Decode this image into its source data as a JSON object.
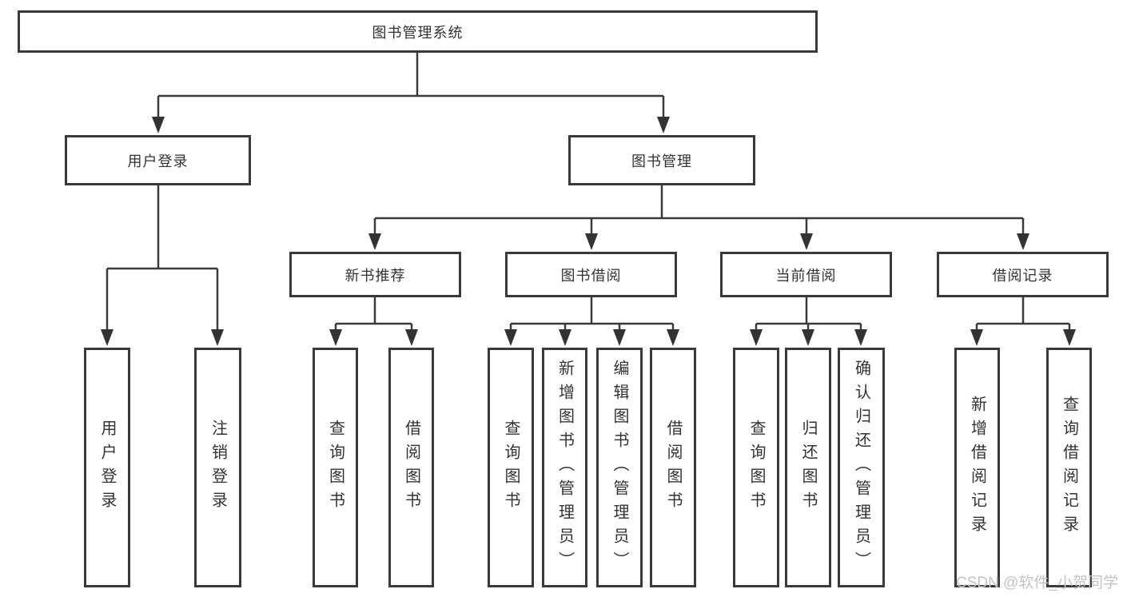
{
  "colors": {
    "line": "#3a3a3a",
    "box_border": "#3a3a3a",
    "text": "#333333",
    "background": "#ffffff",
    "watermark": "#c3c3c3"
  },
  "diagram": {
    "root": {
      "label": "图书管理系统"
    },
    "level2": [
      {
        "label": "用户登录"
      },
      {
        "label": "图书管理"
      }
    ],
    "level3": [
      {
        "label": "新书推荐"
      },
      {
        "label": "图书借阅"
      },
      {
        "label": "当前借阅"
      },
      {
        "label": "借阅记录"
      }
    ],
    "leaves": {
      "user_login": [
        "用户登录",
        "注销登录"
      ],
      "new_book_recommend": [
        "查询图书",
        "借阅图书"
      ],
      "book_borrow": [
        "查询图书",
        "新增图书（管理员）",
        "编辑图书（管理员）",
        "借阅图书"
      ],
      "current_borrow": [
        "查询图书",
        "归还图书",
        "确认归还（管理员）"
      ],
      "borrow_records": [
        "新增借阅记录",
        "查询借阅记录"
      ]
    }
  },
  "watermark": {
    "text": "CSDN @软件_小贺同学"
  }
}
